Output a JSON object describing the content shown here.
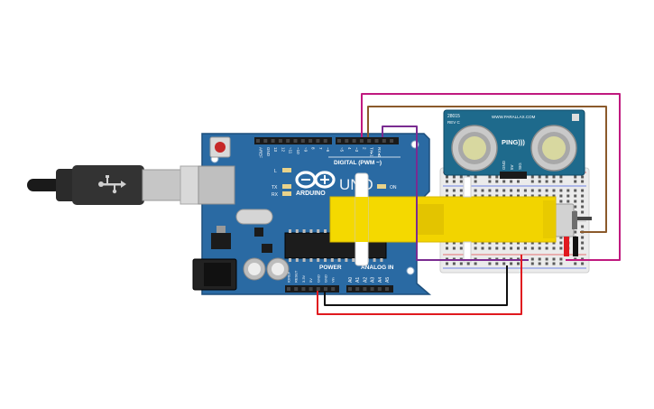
{
  "board": {
    "model": "UNO",
    "brand": "ARDUINO",
    "digital_label": "DIGITAL (PWM ~)",
    "power_label": "POWER",
    "analog_label": "ANALOG IN",
    "on_label": "ON",
    "l_label": "L",
    "tx_label": "TX",
    "rx_label": "RX",
    "top_pins": [
      "AREF",
      "GND",
      "13",
      "12",
      "~11",
      "~10",
      "~9",
      "8",
      "7",
      "~6",
      "~5",
      "4",
      "~3",
      "2",
      "TX▸1",
      "RX◂0"
    ],
    "power_pins": [
      "IOREF",
      "RESET",
      "3.3V",
      "5V",
      "GND",
      "GND",
      "Vin"
    ],
    "analog_pins": [
      "A0",
      "A1",
      "A2",
      "A3",
      "A4",
      "A5"
    ]
  },
  "sensor": {
    "name": "PING)))",
    "part": "28015",
    "rev": "REV C",
    "url": "WWW.PARALLAX.COM",
    "pin_labels": [
      "GND",
      "5V",
      "SIG"
    ]
  },
  "colors": {
    "board": "#2a6aa3",
    "board_edge": "#1d4f7d",
    "motor": "#f2d400",
    "motor_dark": "#d8b800",
    "sensor_pcb": "#1e6a8c",
    "breadboard": "#ebebeb",
    "wire_magenta": "#c0197f",
    "wire_brown": "#8b5a2b",
    "wire_purple": "#7a2b91",
    "wire_red": "#e0191f",
    "wire_black": "#111111"
  }
}
